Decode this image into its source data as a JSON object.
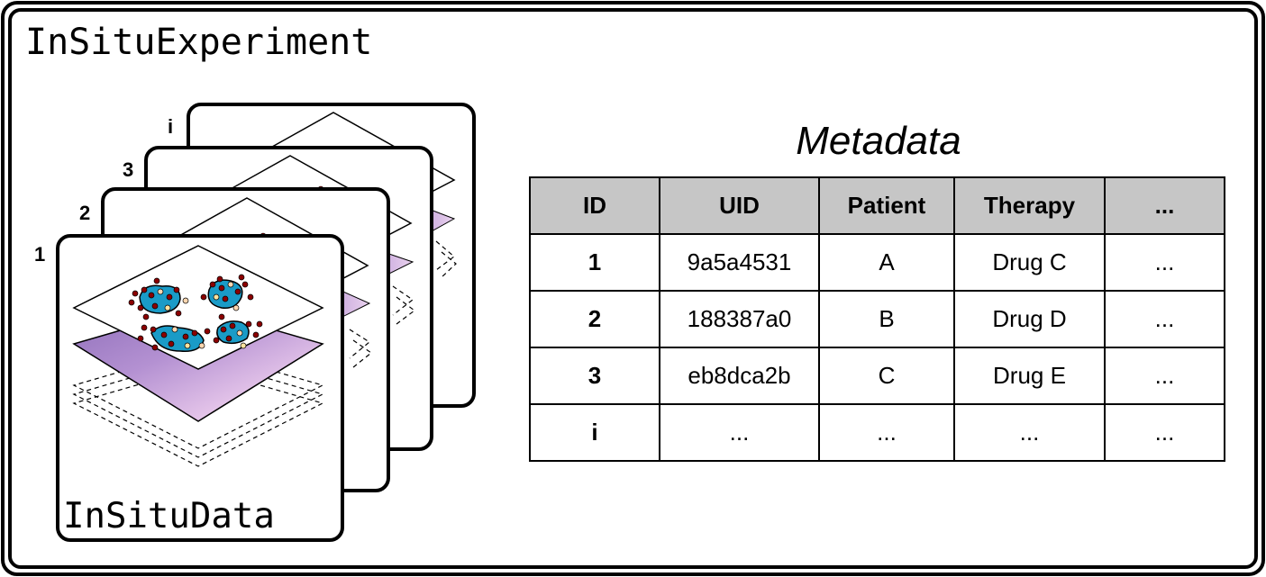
{
  "experiment_label": "InSituExperiment",
  "data_label": "InSituData",
  "stack_labels": [
    "1",
    "2",
    "3",
    "i"
  ],
  "metadata": {
    "title": "Metadata",
    "columns": [
      "ID",
      "UID",
      "Patient",
      "Therapy",
      "..."
    ],
    "rows": [
      [
        "1",
        "9a5a4531",
        "A",
        "Drug C",
        "..."
      ],
      [
        "2",
        "188387a0",
        "B",
        "Drug D",
        "..."
      ],
      [
        "3",
        "eb8dca2b",
        "C",
        "Drug E",
        "..."
      ],
      [
        "i",
        "...",
        "...",
        "...",
        "..."
      ]
    ]
  },
  "colors": {
    "frame": "#000000",
    "header_fill": "#c6c6c6",
    "cell_blob": "#1a9bc7",
    "tissue": "#c9a7da"
  }
}
